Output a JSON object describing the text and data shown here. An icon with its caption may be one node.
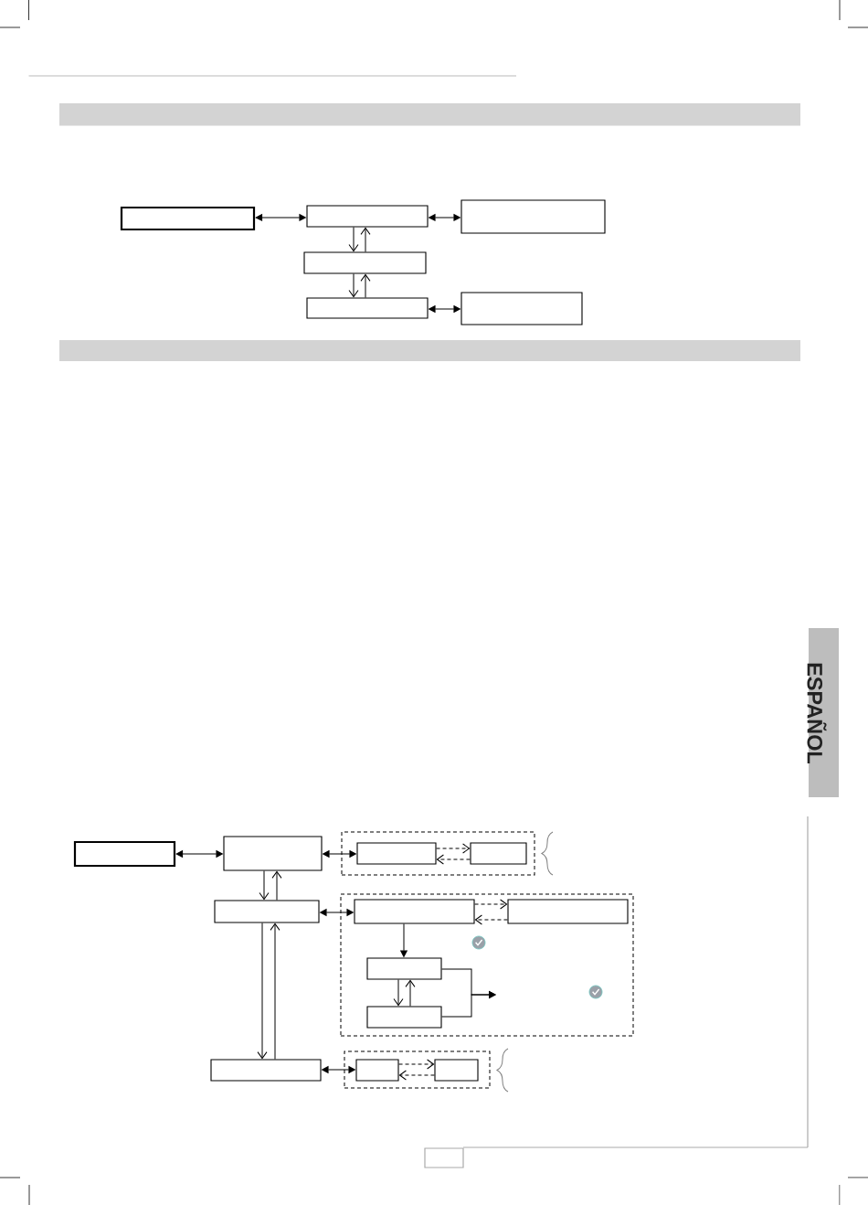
{
  "diagram": {
    "nodes": [
      {
        "text": [],
        "shape": "bar"
      },
      {
        "text": [],
        "shape": "box"
      },
      {
        "text": [],
        "shape": "box"
      },
      {
        "text": [],
        "shape": "box"
      },
      {
        "text": [],
        "shape": "box"
      },
      {
        "text": [],
        "shape": "box"
      },
      {
        "text": [],
        "shape": "box"
      },
      {
        "text": [],
        "shape": "bar"
      },
      {
        "text": [],
        "shape": "box"
      },
      {
        "text": [],
        "shape": "box"
      },
      {
        "text": [],
        "shape": "box"
      },
      {
        "text": [],
        "shape": "box",
        "in": 10
      },
      {
        "text": [],
        "shape": "box",
        "in": 10
      },
      {
        "text": [],
        "shape": "box"
      },
      {
        "text": [],
        "shape": "box"
      },
      {
        "text": [],
        "shape": "box",
        "in": 14
      },
      {
        "text": [],
        "shape": "box",
        "in": 14
      },
      {
        "text": [],
        "shape": "box",
        "in": 14
      },
      {
        "text": [],
        "shape": "box",
        "in": 14
      },
      {
        "text": [],
        "shape": "box"
      },
      {
        "text": [],
        "shape": "box"
      },
      {
        "text": [],
        "shape": "box",
        "in": 20
      },
      {
        "text": [],
        "shape": "box",
        "in": 20
      }
    ],
    "edges": [
      {
        "from": 1,
        "to": 2,
        "arrow": "both"
      },
      {
        "from": 2,
        "to": 3,
        "arrow": "both"
      },
      {
        "from": 2,
        "to": 4,
        "arrow": "to"
      },
      {
        "from": 4,
        "to": 2,
        "arrow": "to"
      },
      {
        "from": 4,
        "to": 5,
        "arrow": "to"
      },
      {
        "from": 5,
        "to": 4,
        "arrow": "to"
      },
      {
        "from": 5,
        "to": 6,
        "arrow": "both"
      },
      {
        "from": 8,
        "to": 9,
        "arrow": "both"
      },
      {
        "from": 9,
        "to": 11,
        "arrow": "both"
      },
      {
        "from": 11,
        "to": 12,
        "arrow": "to",
        "style": "dashed"
      },
      {
        "from": 12,
        "to": 11,
        "arrow": "to",
        "style": "dashed"
      },
      {
        "from": 9,
        "to": 13,
        "arrow": "to"
      },
      {
        "from": 13,
        "to": 9,
        "arrow": "to"
      },
      {
        "from": 13,
        "to": 15,
        "arrow": "both"
      },
      {
        "from": 15,
        "to": 16,
        "arrow": "to",
        "style": "dashed"
      },
      {
        "from": 16,
        "to": 15,
        "arrow": "to",
        "style": "dashed"
      },
      {
        "from": 15,
        "to": 17,
        "arrow": "to"
      },
      {
        "from": 17,
        "to": 18,
        "arrow": "to"
      },
      {
        "from": 18,
        "to": 17,
        "arrow": "to"
      },
      {
        "from": 17,
        "to": null,
        "arrow": "to"
      },
      {
        "from": 18,
        "to": null,
        "arrow": "to"
      },
      {
        "from": 13,
        "to": 19,
        "arrow": "to"
      },
      {
        "from": 19,
        "to": 13,
        "arrow": "to"
      },
      {
        "from": 19,
        "to": 21,
        "arrow": "both"
      },
      {
        "from": 21,
        "to": 22,
        "arrow": "to",
        "style": "dashed"
      },
      {
        "from": 22,
        "to": 21,
        "arrow": "to",
        "style": "dashed"
      }
    ],
    "labels": [
      "ESPAÑOL"
    ]
  }
}
